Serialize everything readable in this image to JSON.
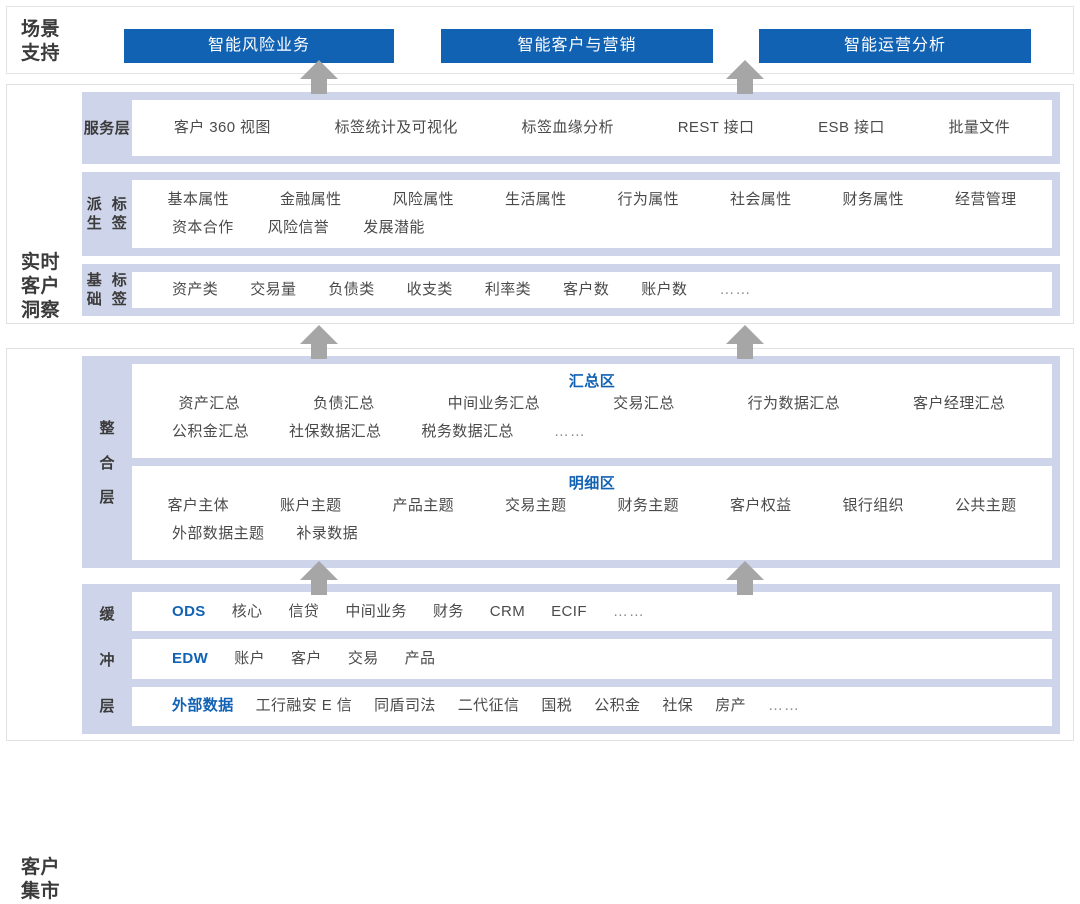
{
  "scene": {
    "title": "场景\n支持",
    "buttons": [
      {
        "label": "智能风险业务"
      },
      {
        "label": "智能客户与营销"
      },
      {
        "label": "智能运营分析"
      }
    ]
  },
  "insight": {
    "title": "实时\n客户\n洞察",
    "layers": [
      {
        "label": "服务\n层",
        "rows": [
          [
            "客户 360 视图",
            "标签统计及可视化",
            "标签血缘分析",
            "REST 接口",
            "ESB 接口",
            "批量文件"
          ]
        ]
      },
      {
        "label": "派生\n标签",
        "rows": [
          [
            "基本属性",
            "金融属性",
            "风险属性",
            "生活属性",
            "行为属性",
            "社会属性",
            "财务属性",
            "经营管理"
          ],
          [
            "资本合作",
            "风险信誉",
            "发展潜能"
          ]
        ]
      },
      {
        "label": "基础\n标签",
        "rows": [
          [
            "资产类",
            "交易量",
            "负债类",
            "收支类",
            "利率类",
            "客户数",
            "账户数",
            "……"
          ]
        ]
      }
    ]
  },
  "mart": {
    "title": "客户\n集市",
    "integration": {
      "label_chars": [
        "整",
        "合",
        "层"
      ],
      "zones": [
        {
          "heading": "汇总区",
          "rows": [
            [
              "资产汇总",
              "负债汇总",
              "中间业务汇总",
              "交易汇总",
              "行为数据汇总",
              "客户经理汇总"
            ],
            [
              "公积金汇总",
              "社保数据汇总",
              "税务数据汇总",
              "……"
            ]
          ]
        },
        {
          "heading": "明细区",
          "rows": [
            [
              "客户主体",
              "账户主题",
              "产品主题",
              "交易主题",
              "财务主题",
              "客户权益",
              "银行组织",
              "公共主题"
            ],
            [
              "外部数据主题",
              "补录数据"
            ]
          ]
        }
      ]
    },
    "buffer": {
      "label_chars": [
        "缓",
        "冲",
        "层"
      ],
      "rows": [
        {
          "accent": "ODS",
          "items": [
            "核心",
            "信贷",
            "中间业务",
            "财务",
            "CRM",
            "ECIF",
            "……"
          ]
        },
        {
          "accent": "EDW",
          "items": [
            "账户",
            "客户",
            "交易",
            "产品"
          ]
        },
        {
          "accent": "外部数据",
          "items": [
            "工行融安 E 信",
            "同盾司法",
            "二代征信",
            "国税",
            "公积金",
            "社保",
            "房产",
            "……"
          ]
        }
      ]
    }
  },
  "arrows": {
    "count": 6,
    "icon": "arrow-up-icon"
  },
  "colors": {
    "accent": "#1262b3",
    "band": "#ced4e9",
    "arrow": "#a6a6a6",
    "panel_border": "#e2e2e2",
    "text": "#4a4a4a"
  }
}
